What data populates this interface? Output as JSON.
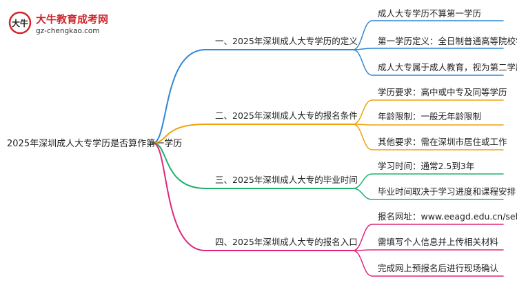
{
  "logo": {
    "title": "大牛教育成考网",
    "url": "gz-chengkao.com",
    "mark_text": "大牛",
    "color": "#d0262c"
  },
  "root": {
    "label": "2025年深圳成人大专学历是否算作第一学历"
  },
  "branches": [
    {
      "label": "一、2025年深圳成人大专学历的定义",
      "color": "#2f86d6",
      "children": [
        "成人大专学历不算第一学历",
        "第一学历定义：全日制普通高等院校学历",
        "成人大专属于成人教育，视为第二学历"
      ]
    },
    {
      "label": "二、2025年深圳成人大专的报名条件",
      "color": "#f0a00a",
      "children": [
        "学历要求：高中或中专及同等学历",
        "年龄限制：一般无年龄限制",
        "其他要求：需在深圳市居住或工作"
      ]
    },
    {
      "label": "三、2025年深圳成人大专的毕业时间",
      "color": "#1db36b",
      "children": [
        "学习时间：通常2.5到3年",
        "毕业时间取决于学习进度和课程安排"
      ]
    },
    {
      "label": "四、2025年深圳成人大专的报名入口",
      "color": "#e0257a",
      "children": [
        "报名网址：www.eeagd.edu.cn/selfec/",
        "需填写个人信息并上传相关材料",
        "完成网上预报名后进行现场确认"
      ]
    }
  ]
}
